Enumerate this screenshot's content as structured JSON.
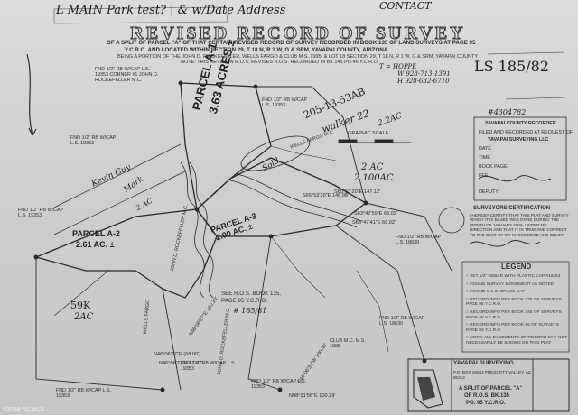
{
  "handwriting": {
    "top_line": "L MAIN Park test? | & w/Date Address",
    "top_right": "CONTACT",
    "ls_number": "LS 185/82",
    "contact_name": "T = HOPPE",
    "contact_line1": "W 928-713-1391",
    "contact_line2": "H 928-632-6710",
    "apn": "205-13-53AB",
    "walker": "walker 22",
    "acres_2ac": "2.2AC",
    "ac_2": "2 AC",
    "ac_2_100": "2.100AC",
    "kevin": "Kevin Guy",
    "mark": "Mark",
    "small_2ac": "2 AC",
    "parcel_59k": "59K",
    "parcel_59k_ac": "2AC",
    "sold": "Sold"
  },
  "header": {
    "title": "REVISED RECORD OF SURVEY",
    "sub1": "OF A SPLIT OF PARCEL \"A\" OF THAT CERTAIN REVISED RECORD OF SURVEY RECORDED IN BOOK 135 OF LAND SURVEYS AT PAGE 95",
    "sub2": "Y.C.R.O. AND LOCATED WITHIN SECTION 29, T 18 N, R 1 W, G & SRM, YAVAPAI COUNTY, ARIZONA",
    "note1": "BEING A PORTION OF THE JOHN D. ROCKEFELLER, WELLS FARGO & CLUB M.S. 1995, & LOT 18 SECTION 29, T 18 N, R 1 W, G & SRM, YAVAPAI COUNTY",
    "note2": "NOTE: THIS REVISION R.O.S. REVISES R.O.S. RECORDED IN BK 145 PG 46 Y.C.R.O."
  },
  "parcels": {
    "a1_name": "PARCEL A-1",
    "a1_acres": "3.63 ACRES ±",
    "a2_name": "PARCEL A-2",
    "a2_acres": "2.61 AC. ±",
    "a3_name": "PARCEL A-3",
    "a3_acres": "2.00 AC. ±"
  },
  "labels": {
    "corner_nw": "FND 1/2\" RB W/CAP L.S. 19353 CORNER #1 JOHN D. ROCKEFELLER M.C.",
    "fnd_top_mid": "FND 1/2\" RB W/CAP L.S. 19353",
    "fnd_left": "FND 1/2\" RB W/CAP L.S. 19353",
    "fnd_left2": "FND 1/2\" RB W/CAP L.S. 19353",
    "fnd_bottom_left": "FND 1/2\" RB W/CAP L.S. 19353",
    "fnd_bottom_mid": "FND 1/2\" RB W/CAP L.S. 19353",
    "fnd_bottom_mid2": "FND 1/2\" RB W/CAP L.S. 19353",
    "fnd_right1": "FND 1/2\" RB W/CAP L.S. 18630",
    "fnd_right2": "FND 1/2\" RB W/CAP L.S. 18630",
    "see_ros": "SEE R.O.S. BOOK 135, PAGE 95 Y.C.R.O.",
    "see_ros_hw": "# 185/81",
    "graphic_scale": "GRAPHIC SCALE",
    "rockefeller_vert": "JOHN D. ROCKEFELLER M.C.",
    "rockefeller_vert2": "JOHN D. ROCKEFELLER M.C.",
    "wells_fargo": "WELLS FARGO M.C.",
    "club_ms": "CLUB M.C. M.S. 1995",
    "wells_vert": "WELLS FARGO",
    "b1": "S65°53'20\"E 146.98'",
    "b2": "S65°53'20\"E 147.12'",
    "b3": "S63°42'59\"E 66.02'",
    "b4": "S63°47'41\"E 66.02'",
    "b5": "N46°06'27\"E (68.00')",
    "b6": "N46°06'27\"E 67.87'",
    "b7": "N08°31'56\"E 100.29'",
    "b8": "S46°06'31\"W 100.00'",
    "b9": "N46°06'27\"E 100.30'"
  },
  "recorder": {
    "top_num": "#4304782",
    "title": "YAVAPAI COUNTY RECORDER",
    "line1": "FILED AND RECORDED AT REQUEST OF",
    "line2": "YAVAPAI SURVEYING LLC",
    "line3": "DATE",
    "line4": "TIME",
    "line5": "BOOK   PAGE",
    "line6": "FEE",
    "line7": "DEPUTY"
  },
  "certificate": {
    "title": "SURVEYORS CERTIFICATION",
    "text": "I HEREBY CERTIFY THAT THIS PLAT AND SURVEY WHICH IT IS BASED WAS DONE DURING THE MONTH OF JANUARY 2006, UNDER MY DIRECTION AND THAT IT IS TRUE AND CORRECT TO THE BEST OF MY KNOWLEDGE AND BELIEF."
  },
  "legend": {
    "title": "LEGEND",
    "items": [
      "SET 1/2\" REBAR WITH PLASTIC CAP #19353",
      "FOUND SURVEY MONUMENT AS NOTED",
      "FOUND G.L.O. BRASS CAP",
      "RECORD INFO PER BOOK 135 OF SURVEYS PAGE 95 Y.C.R.O.",
      "RECORD INFO PER BOOK 145 OF SURVEYS PAGE 46 Y.C.R.O.",
      "RECORD INFO PER BOOK 66 OF SURVEYS PAGE 92 Y.C.R.O.",
      "NOTE: ALL EASEMENTS OF RECORD MAY NOT NECESSARILY BE SHOWN ON THIS PLAT"
    ]
  },
  "titleblock": {
    "company": "YAVAPAI SURVEYING",
    "address": "P.O. BOX 26943 PRESCOTT VALLEY, AZ 86312",
    "split1": "A SPLIT OF PARCEL \"A\"",
    "split2": "OF R.O.S. BK.135",
    "split3": "PG. 95 Y.C.R.O."
  },
  "watermark": "©2018 NCMLS"
}
